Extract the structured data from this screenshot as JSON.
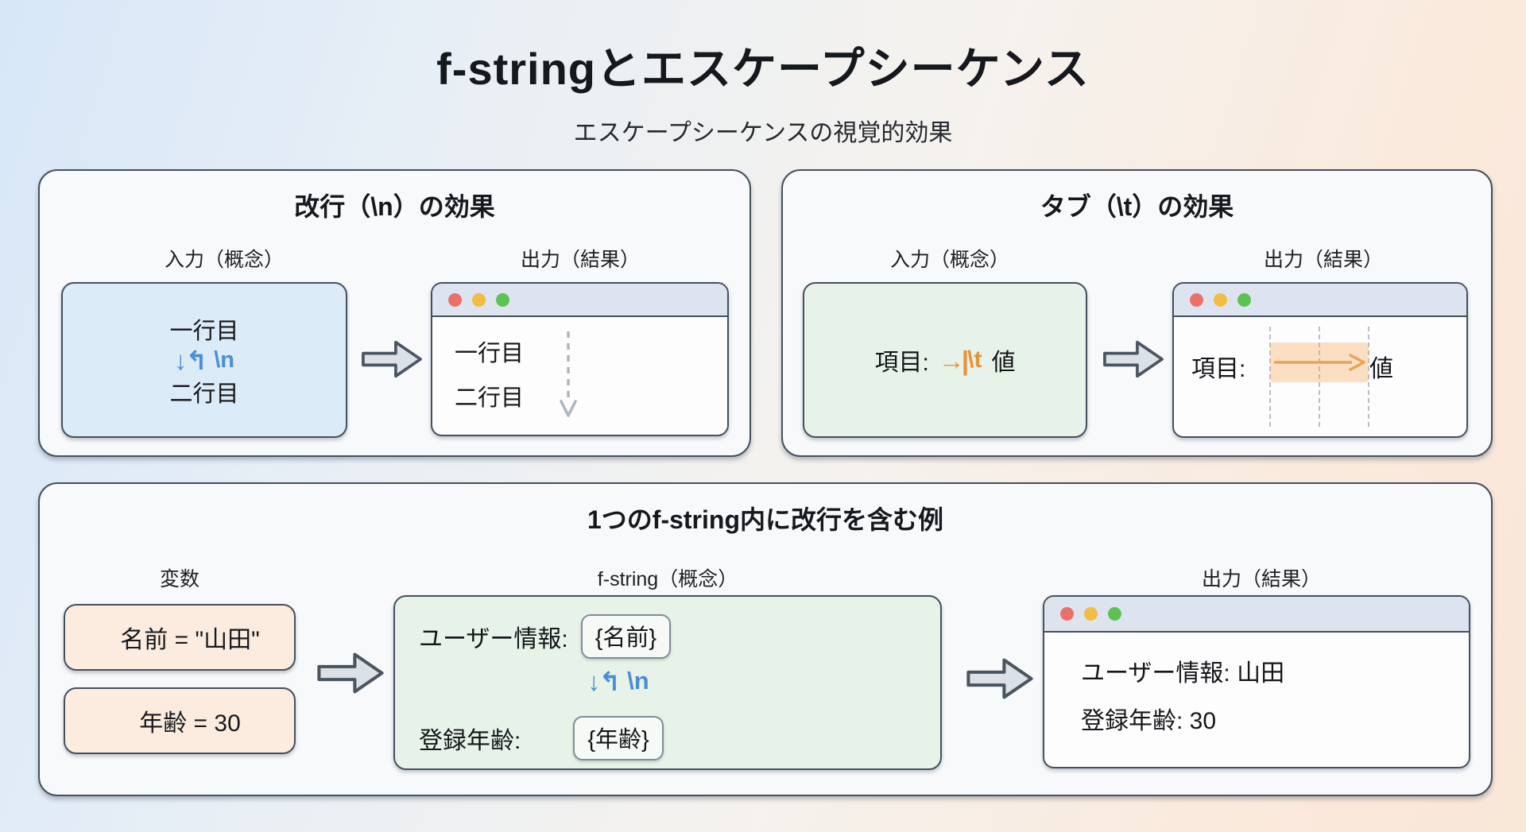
{
  "page": {
    "title": "f-stringとエスケープシーケンス",
    "subtitle": "エスケープシーケンスの視覚的効果"
  },
  "colors": {
    "accent_blue": "#4a8fd4",
    "accent_orange": "#e8923a",
    "panel_bg": "#f7f9fb",
    "input_blue": "#dcebf8",
    "input_green": "#e7f3e8",
    "var_peach": "#fbecdf",
    "titlebar": "#dde4f0",
    "dot_red": "#ea7168",
    "dot_yellow": "#f2bc45",
    "dot_green": "#5dc254"
  },
  "panel_newline": {
    "title": "改行（\\n）の効果",
    "input_label": "入力（概念）",
    "output_label": "出力（結果）",
    "input_line1": "一行目",
    "newline_symbol": "↓↰",
    "newline_escape": "\\n",
    "input_line2": "二行目",
    "output_line1": "一行目",
    "output_line2": "二行目"
  },
  "panel_tab": {
    "title": "タブ（\\t）の効果",
    "input_label": "入力（概念）",
    "output_label": "出力（結果）",
    "item_label": "項目:",
    "tab_symbol": "→|",
    "tab_escape": "\\t",
    "value_label": "値",
    "output_item": "項目:",
    "output_value": "値"
  },
  "panel_fstring": {
    "title": "1つのf-string内に改行を含む例",
    "vars_label": "変数",
    "fstring_label": "f-string（概念）",
    "output_label": "出力（結果）",
    "var1": "名前 = \"山田\"",
    "var2": "年齢 = 30",
    "row1_label": "ユーザー情報:",
    "row1_chip": "{名前}",
    "newline_symbol": "↓↰",
    "newline_escape": "\\n",
    "row2_label": "登録年齢:",
    "row2_chip": "{年齢}",
    "output_line1": "ユーザー情報: 山田",
    "output_line2": "登録年齢: 30"
  }
}
